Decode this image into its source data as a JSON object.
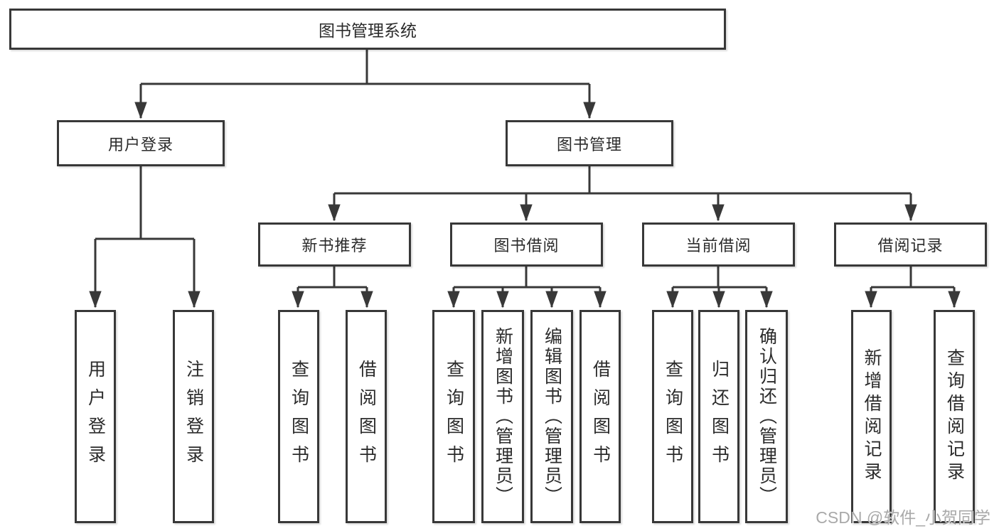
{
  "colors": {
    "line": "#383838",
    "text": "#2b2b2b",
    "box_background": "#ffffff",
    "watermark": "#a9a9a9"
  },
  "watermark": {
    "text": "CSDN @软件_小贺同学"
  },
  "tree": {
    "root": {
      "label": "图书管理系统"
    },
    "level2": [
      {
        "label": "用户登录",
        "leaves": [
          "用户登录",
          "注销登录"
        ]
      },
      {
        "label": "图书管理",
        "groups": [
          {
            "label": "新书推荐",
            "leaves": [
              "查询图书",
              "借阅图书"
            ]
          },
          {
            "label": "图书借阅",
            "leaves": [
              "查询图书",
              "新增图书（管理员）",
              "编辑图书（管理员）",
              "借阅图书"
            ]
          },
          {
            "label": "当前借阅",
            "leaves": [
              "查询图书",
              "归还图书",
              "确认归还（管理员）"
            ]
          },
          {
            "label": "借阅记录",
            "leaves": [
              "新增借阅记录",
              "查询借阅记录"
            ]
          }
        ]
      }
    ]
  }
}
